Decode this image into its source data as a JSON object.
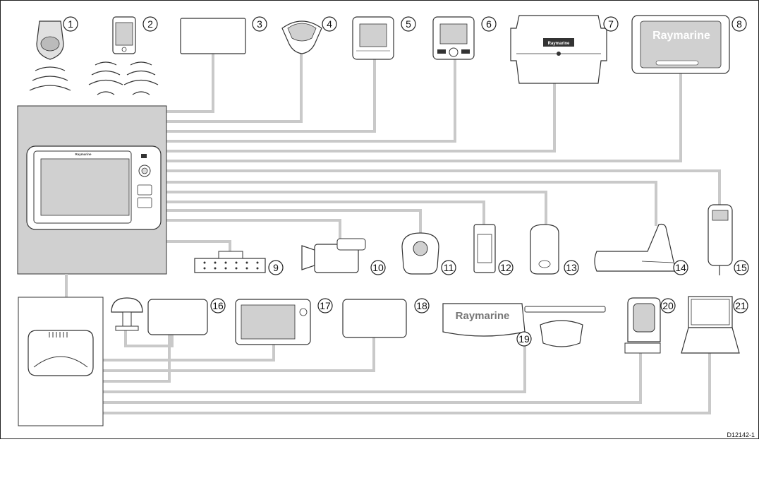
{
  "diagram": {
    "document_id": "D12142-1",
    "brand_label": "Raymarine",
    "callouts": [
      "1",
      "2",
      "3",
      "4",
      "5",
      "6",
      "7",
      "8",
      "9",
      "10",
      "11",
      "12",
      "13",
      "14",
      "15",
      "16",
      "17",
      "18",
      "19",
      "20",
      "21"
    ],
    "palette": {
      "cable": "#c9c9c9",
      "panel": "#d0d0d0",
      "outline": "#333333",
      "device": "#ffffff",
      "screen": "#cccccc"
    }
  }
}
